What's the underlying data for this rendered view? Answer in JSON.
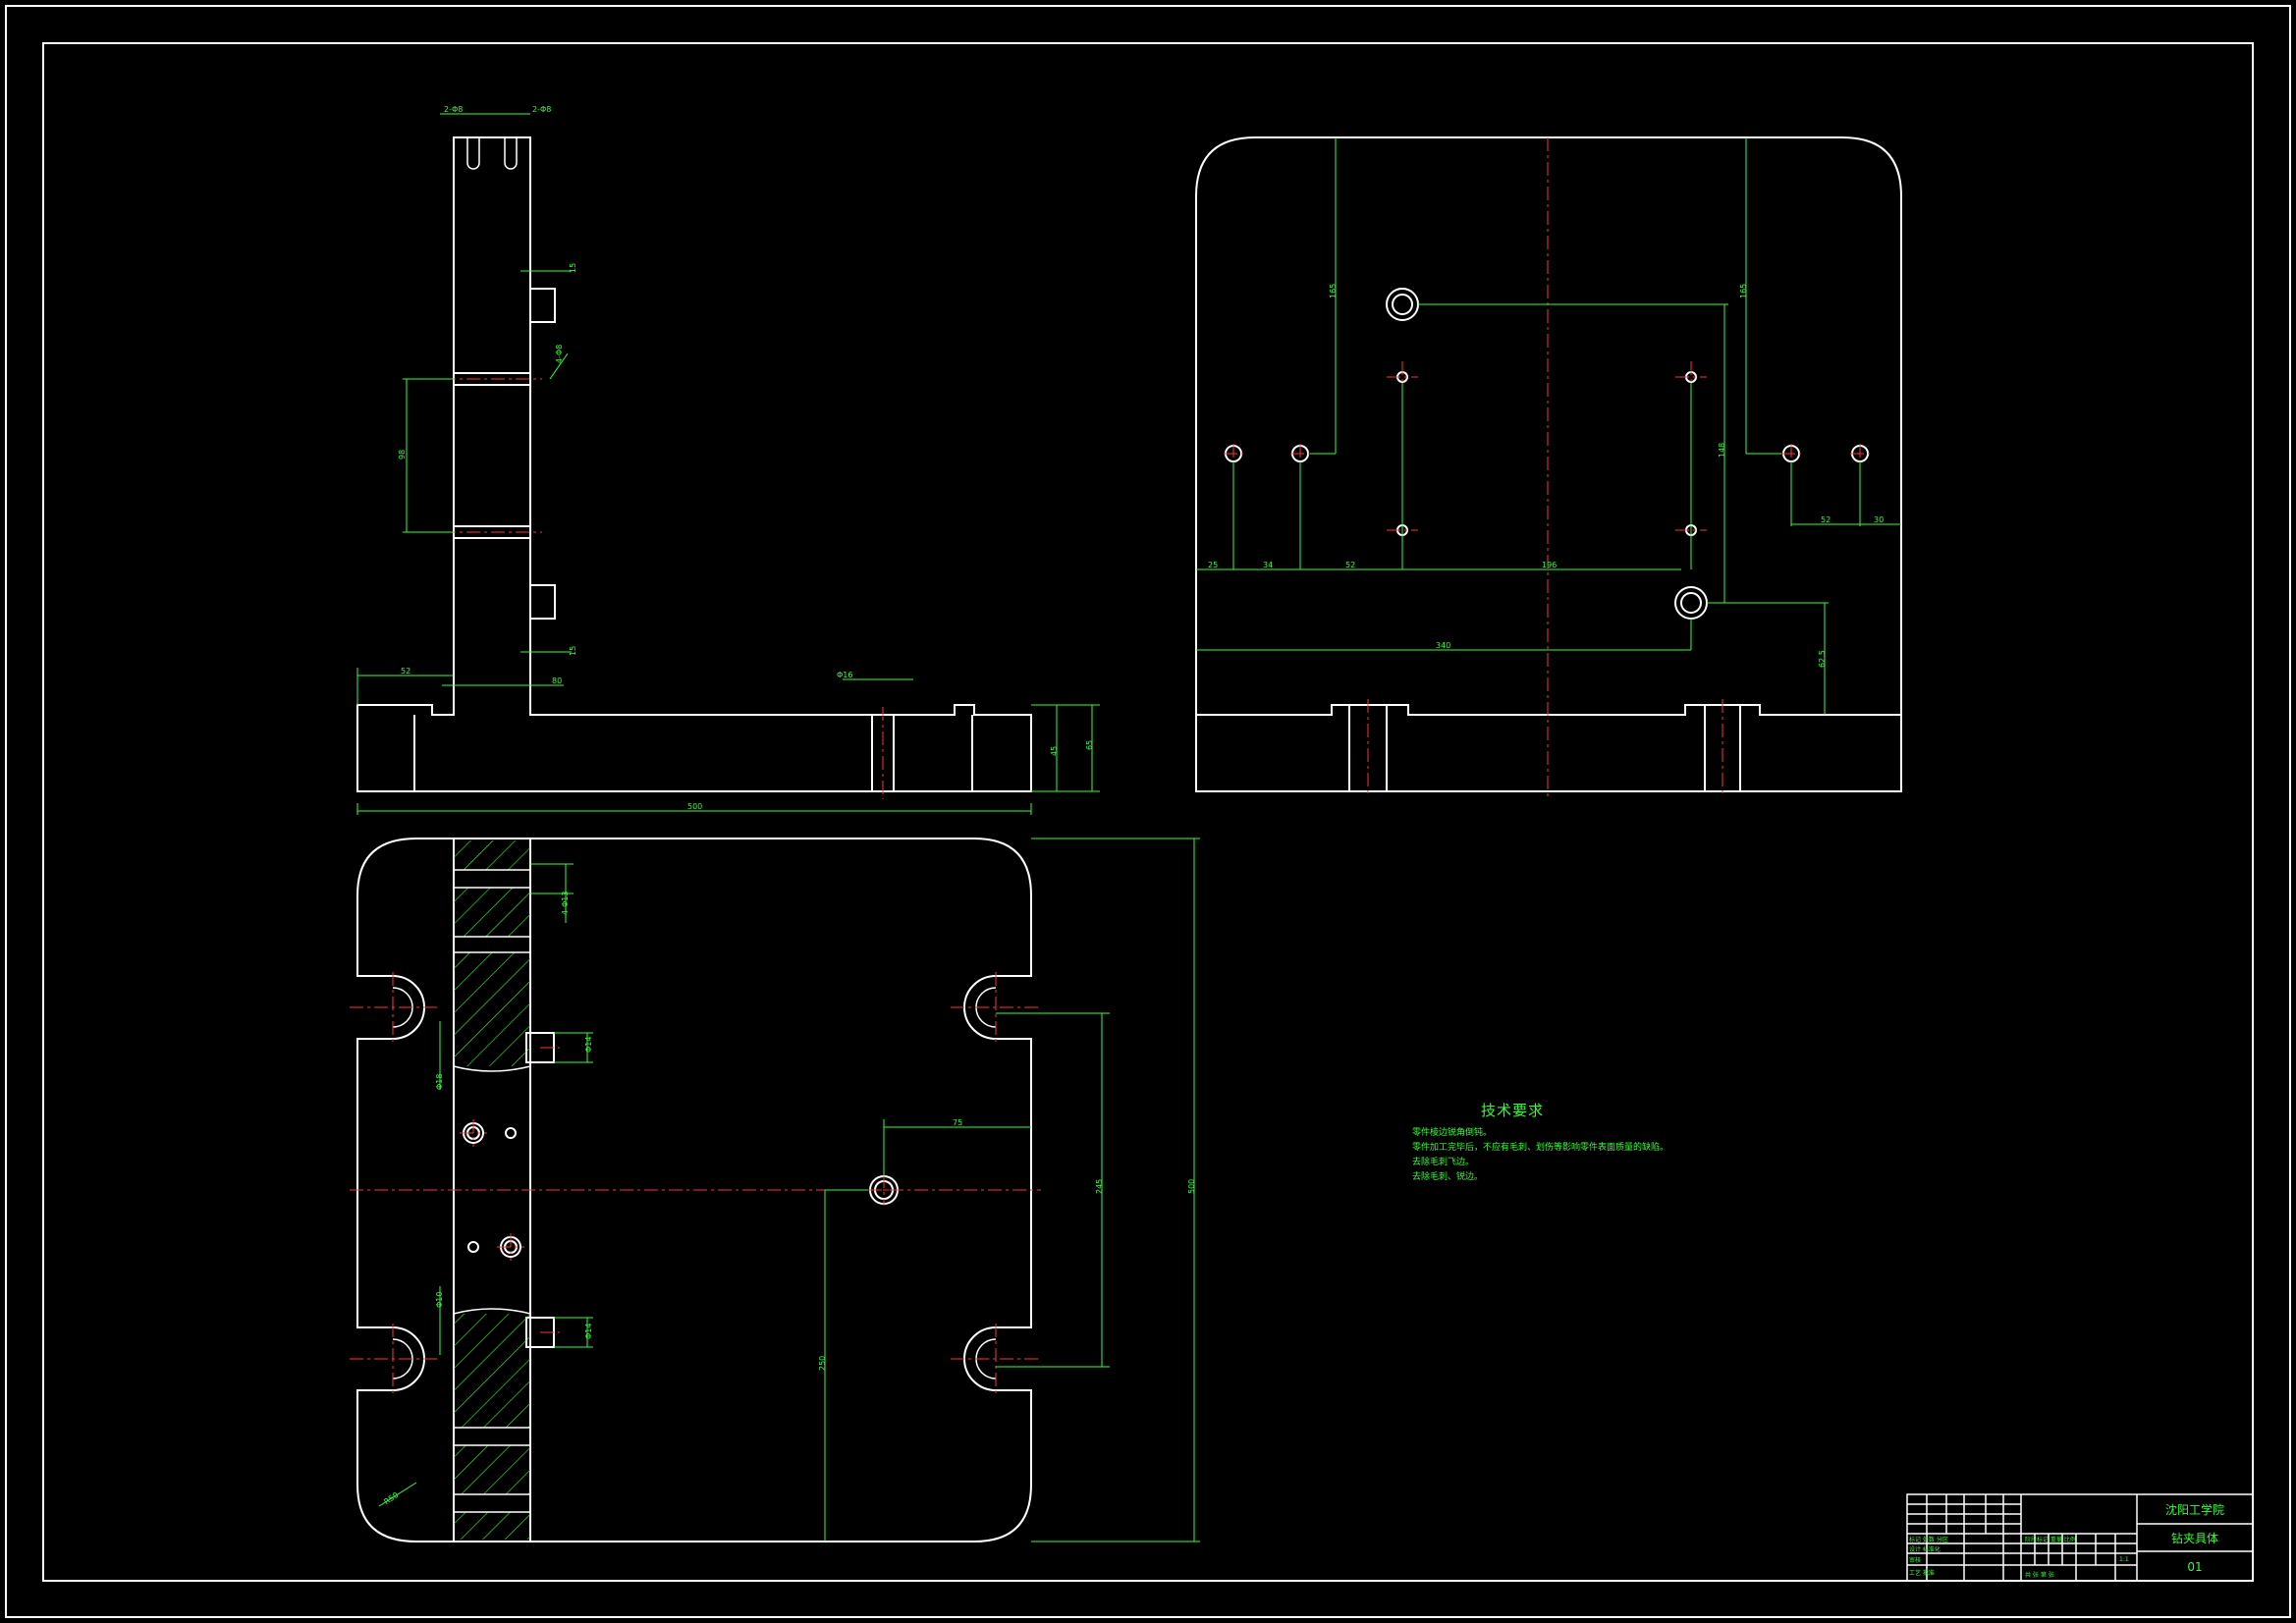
{
  "colors": {
    "background": "#000000",
    "outline": "#ffffff",
    "dimension": "#33ff33",
    "centerline": "#ff3333"
  },
  "dimensions": {
    "top_slot_left": "2-Φ8",
    "top_slot_right": "2-Φ8",
    "v_upper_slot": "15",
    "v_hole_upper": "4-Φ8",
    "v_span_mid": "98",
    "v_lower_slot": "15",
    "base_left_width": "52",
    "base_post_width": "80",
    "base_hole": "Φ16",
    "base_height_1": "45",
    "base_height_2": "65",
    "base_total_width": "500",
    "r_top_left": "165",
    "r_top_right": "165",
    "r_mid_vertical": "148",
    "r_lower_offset": "62.5",
    "r_x1": "25",
    "r_x2": "34",
    "r_x3": "52",
    "r_x4": "196",
    "r_x5": "340",
    "r_rx1": "52",
    "r_rx2": "30",
    "p_upper_hole": "4-Φ13",
    "p_slot_upper": "Φ14",
    "p_left_hole": "Φ18",
    "p_mid_x": "75",
    "p_right_v": "245",
    "p_total_h": "500",
    "p_left_v_upper": "Φ10",
    "p_slot_lower": "Φ14",
    "p_lower_v": "250",
    "p_radius": "R50"
  },
  "tech_notes": {
    "title": "技术要求",
    "lines": [
      "零件棱边锐角倒钝。",
      "零件加工完毕后，不应有毛刺、划伤等影响零件表面质量的缺陷。",
      "去除毛刺飞边。",
      "去除毛刺、锐边。"
    ]
  },
  "title_block": {
    "school": "沈阳工学院",
    "drawing_name": "钻夹具体",
    "drawing_number": "01",
    "scale": "1:1",
    "row_label_1": "标记 处数 分区",
    "row_label_2": "设计 标准化",
    "row_label_3": "审核",
    "row_label_4": "工艺 批准",
    "stage_label": "阶段标记 重量 比例",
    "sheet_label": "共 张 第 张"
  }
}
